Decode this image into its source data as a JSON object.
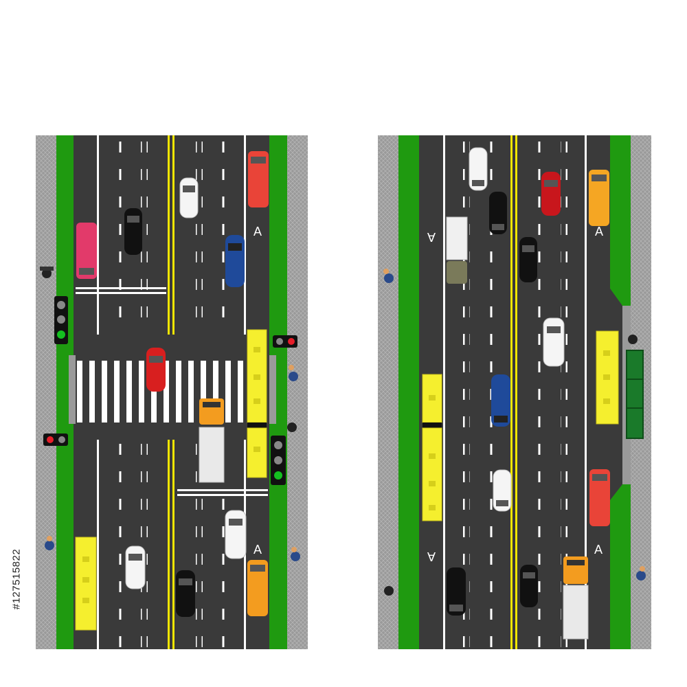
{
  "scene": {
    "background": "#ffffff",
    "road_color": "#3a3a3a",
    "grass_color": "#1f9a10",
    "sidewalk_color": "#9a9a9a",
    "lane_line_color": "#ffffff",
    "center_line_color": "#f2e600",
    "bus_color": "#f5ef2e"
  },
  "lane_marks": {
    "left_panel_top": [
      "A"
    ],
    "left_panel_bottom": [
      "A"
    ],
    "right_panel_top": [
      "A",
      "A"
    ],
    "right_panel_bottom": [
      "A",
      "A"
    ]
  },
  "stock_id": "#127515822",
  "vehicle_colors": [
    "#e94438",
    "#e23a6a",
    "#1f4a9a",
    "#ffffff",
    "#111111",
    "#d81f1f",
    "#f39c1f",
    "#eeeeee",
    "#7a7a5a"
  ]
}
